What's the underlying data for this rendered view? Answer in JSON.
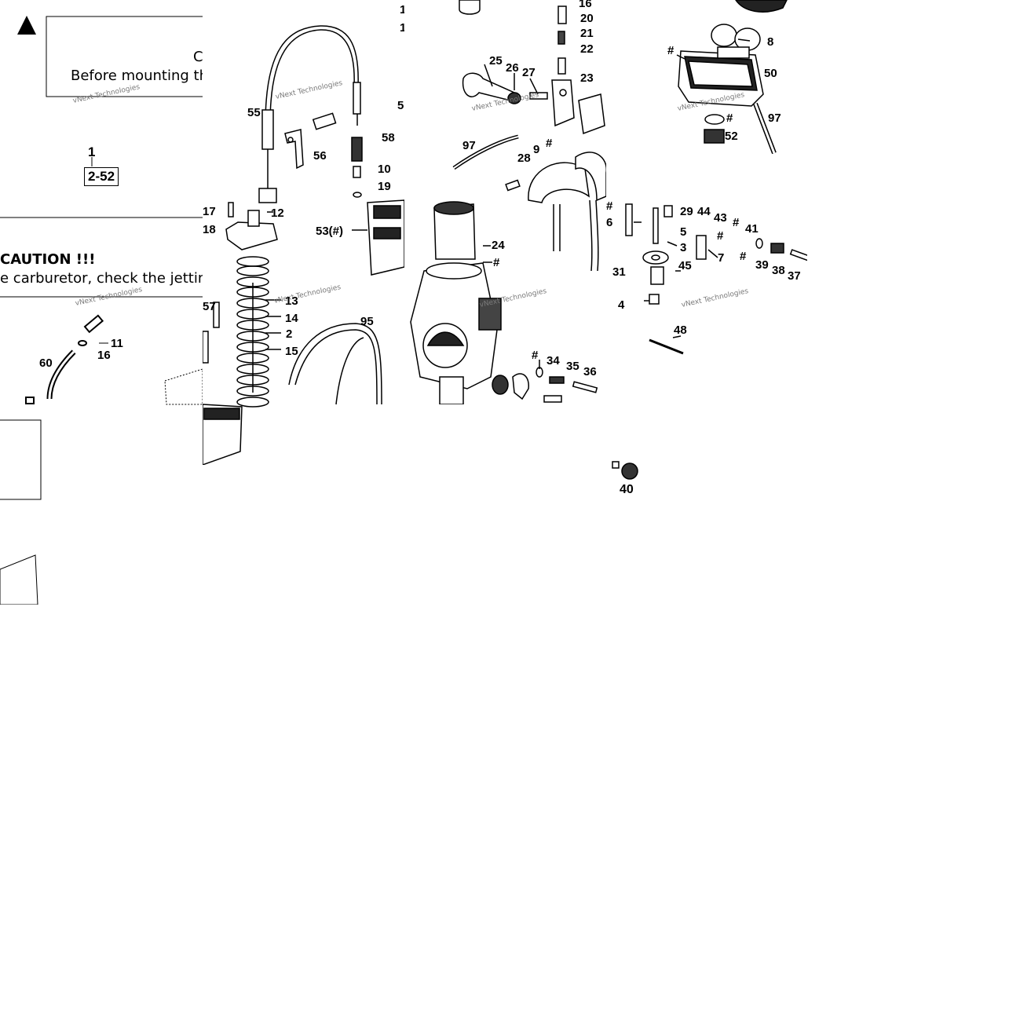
{
  "notice": {
    "title_fragment": "C",
    "text_fragment": "Before mounting th"
  },
  "caution": {
    "title": "CAUTION !!!",
    "text": "e carburetor, check the jetting."
  },
  "reference": {
    "item": "1",
    "range": "2-52"
  },
  "watermark": "vNext Technologies",
  "callouts": {
    "c1": "1",
    "c1b": "1",
    "c5a": "5",
    "c16": "16",
    "c20": "20",
    "c21": "21",
    "c22": "22",
    "c23": "23",
    "c25": "25",
    "c26": "26",
    "c27": "27",
    "c8": "8",
    "c50": "50",
    "c97a": "97",
    "c52": "52",
    "c55": "55",
    "c56": "56",
    "c58": "58",
    "c10": "10",
    "c19": "19",
    "c97b": "97",
    "c9": "9",
    "c28": "28",
    "c17": "17",
    "c12": "12",
    "c18": "18",
    "c53": "53(#)",
    "c24": "24",
    "c29": "29",
    "c44": "44",
    "c43": "43",
    "c41": "41",
    "c6": "6",
    "c5b": "5",
    "c3": "3",
    "c7": "7",
    "c45": "45",
    "c31": "31",
    "c4": "4",
    "c39": "39",
    "c38": "38",
    "c37": "37",
    "c13": "13",
    "c14": "14",
    "c2": "2",
    "c15": "15",
    "c57": "57",
    "c95": "95",
    "c11": "11",
    "c16b": "16",
    "c60": "60",
    "c34": "34",
    "c35": "35",
    "c36": "36",
    "c48": "48",
    "c40": "40",
    "hash": "#"
  }
}
